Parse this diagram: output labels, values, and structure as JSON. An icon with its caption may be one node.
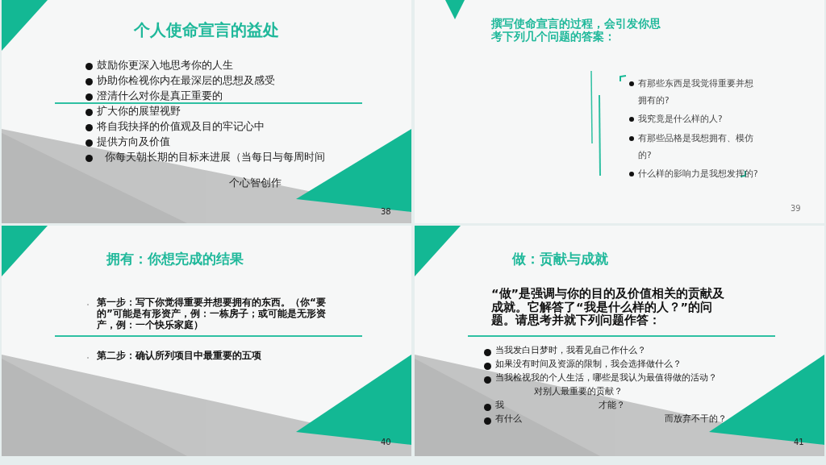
{
  "diagram": {
    "labels": [
      "个人使命宣言的益处",
      "鼓励你更深入地思考你的人生",
      "协助你检视你内在最深层的思想及感受",
      "澄清什么对你是真正重要的",
      "扩大你的展望视野",
      "将自我抉择的价值观及目的牢记心中",
      "提供方向及价值",
      "你每天朝长期的目标来进展（当每日与每周时间",
      "个心智创作",
      "38",
      "撰写使命宣言的过程，会引发你思考下列几个问题的答案：",
      "有那些东西是我觉得重要并想拥有的?",
      "我究竟是什么样的人?",
      "有那些品格是我想拥有、模仿的?",
      "什么样的影响力是我想发挥的?",
      "39",
      "拥有：你想完成的结果",
      "第一步：写下你觉得重要并想要拥有的东西。（你“要的”可能是有形资产，例：一栋房子；或可能是无形资产，例：一个快乐家庭）",
      "第二步：确认所列项目中最重要的五项",
      "40",
      "做：贡献与成就",
      "“做”是强调与你的目的及价值相关的贡献及成就。它解答了“我是什么样的人？”的问题。请思考并就下列问题作答：",
      "当我发白日梦时，我看见自己作什么？",
      "如果没有时间及资源的限制，我会选择做什么？",
      "当我检视我的个人生活，哪些是我认为最值得做的活动？",
      "对别人最重要的贡献？",
      "我",
      "才能？",
      "有什么",
      "而放弃不干的？",
      "41"
    ]
  }
}
